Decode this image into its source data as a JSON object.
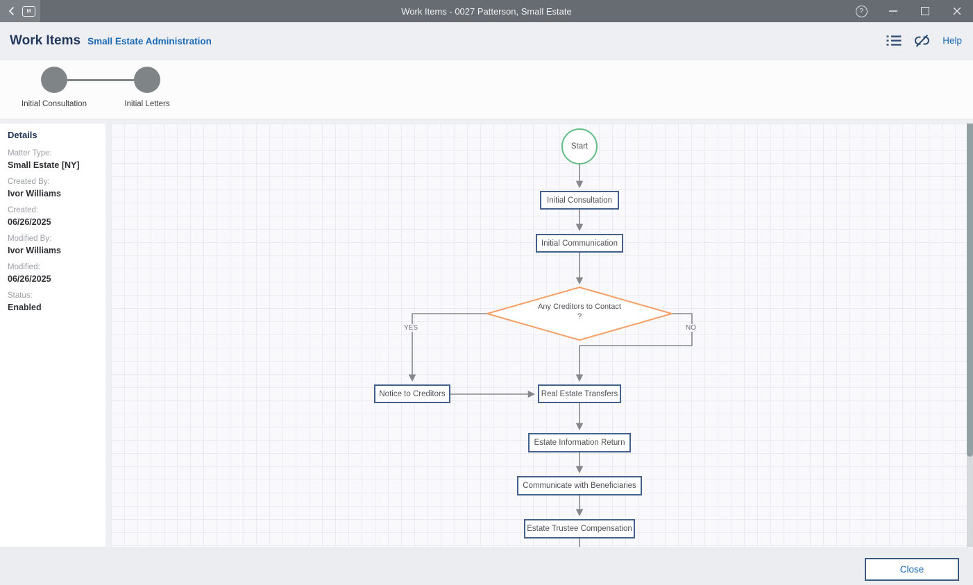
{
  "window": {
    "title": "Work Items - 0027 Patterson, Small Estate",
    "app_icon_letter": "M",
    "help_glyph": "?"
  },
  "header": {
    "title": "Work Items",
    "subtitle": "Small Estate Administration",
    "help_label": "Help"
  },
  "stepper": {
    "steps": [
      {
        "label": "Initial Consultation"
      },
      {
        "label": "Initial Letters"
      }
    ]
  },
  "details": {
    "title": "Details",
    "fields": [
      {
        "label": "Matter Type:",
        "value": "Small Estate [NY]"
      },
      {
        "label": "Created By:",
        "value": "Ivor Williams"
      },
      {
        "label": "Created:",
        "value": "06/26/2025"
      },
      {
        "label": "Modified By:",
        "value": "Ivor Williams"
      },
      {
        "label": "Modified:",
        "value": "06/26/2025"
      },
      {
        "label": "Status:",
        "value": "Enabled"
      }
    ]
  },
  "flowchart": {
    "start": "Start",
    "nodes": {
      "initial_consultation": "Initial Consultation",
      "initial_communication": "Initial Communication",
      "notice_to_creditors": "Notice to Creditors",
      "real_estate_transfers": "Real Estate Transfers",
      "estate_information_return": "Estate Information Return",
      "communicate_with_beneficiaries": "Communicate with Beneficiaries",
      "estate_trustee_compensation": "Estate Trustee Compensation"
    },
    "decision": {
      "line1": "Any Creditors to Contact",
      "line2": "?"
    },
    "branch_labels": {
      "yes": "YES",
      "no": "NO"
    }
  },
  "footer": {
    "close_label": "Close"
  },
  "colors": {
    "titlebar": "#666c72",
    "titlebar_left": "#7b8187",
    "accent_blue": "#1a69b5",
    "heading_navy": "#24395c",
    "node_border": "#44618c",
    "start_green": "#61bd86",
    "decision_orange": "#f5a066",
    "connector_gray": "#85878a",
    "step_gray": "#7f8487"
  }
}
